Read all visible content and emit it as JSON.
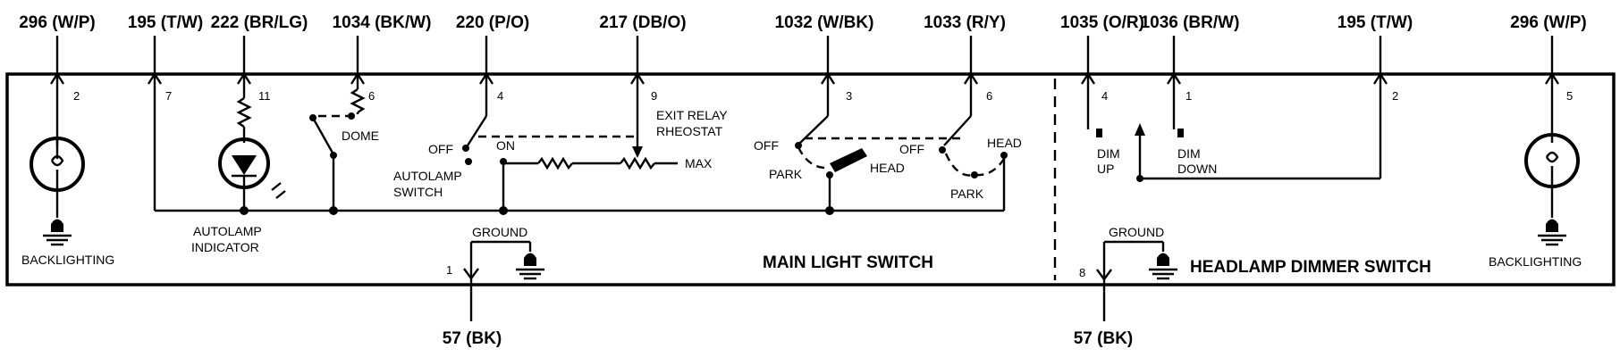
{
  "wires": {
    "top_1": "296 (W/P)",
    "top_2": "195 (T/W)",
    "top_3": "222 (BR/LG)",
    "top_4": "1034 (BK/W)",
    "top_5": "220 (P/O)",
    "top_6": "217 (DB/O)",
    "top_7": "1032 (W/BK)",
    "top_8": "1033 (R/Y)",
    "top_9": "1035 (O/R)",
    "top_10": "1036 (BR/W)",
    "top_11": "195 (T/W)",
    "top_12": "296 (W/P)",
    "bottom_1": "57 (BK)",
    "bottom_2": "57 (BK)"
  },
  "pins": {
    "p_bl_left": "2",
    "p_195_left": "7",
    "p_222": "11",
    "p_1034": "6",
    "p_220": "4",
    "p_217": "9",
    "p_1032": "3",
    "p_1033": "6",
    "p_1035": "4",
    "p_1036": "1",
    "p_195_right": "2",
    "p_bl_right": "5",
    "p_gnd_main": "1",
    "p_gnd_dimmer": "8"
  },
  "labels": {
    "backlighting_left": "BACKLIGHTING",
    "autolamp_indicator_1": "AUTOLAMP",
    "autolamp_indicator_2": "INDICATOR",
    "dome": "DOME",
    "off_autolamp": "OFF",
    "on": "ON",
    "autolamp_switch_1": "AUTOLAMP",
    "autolamp_switch_2": "SWITCH",
    "exit_relay_1": "EXIT RELAY",
    "exit_relay_2": "RHEOSTAT",
    "max": "MAX",
    "off_park": "OFF",
    "park_1": "PARK",
    "head_1": "HEAD",
    "off_head": "OFF",
    "head_2": "HEAD",
    "park_2": "PARK",
    "ground_main": "GROUND",
    "main_light_switch": "MAIN LIGHT SWITCH",
    "dim_up_1": "DIM",
    "dim_up_2": "UP",
    "dim_down_1": "DIM",
    "dim_down_2": "DOWN",
    "ground_dimmer": "GROUND",
    "headlamp_dimmer_switch": "HEADLAMP DIMMER SWITCH",
    "backlighting_right": "BACKLIGHTING"
  }
}
